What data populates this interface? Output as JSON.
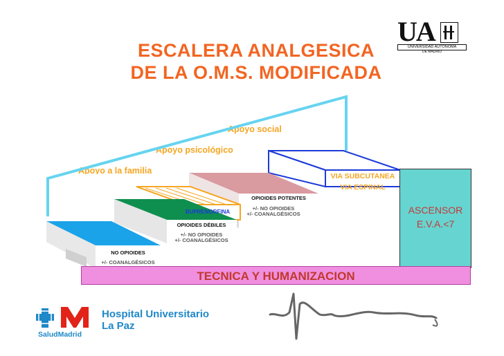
{
  "title_line1": "ESCALERA ANALGESICA",
  "title_line2": "DE LA O.M.S. MODIFICADA",
  "support": {
    "social": "Apoyo social",
    "psicologico": "Apoyo psicológico",
    "familia": "Apoyo a la familia"
  },
  "steps": {
    "step1_line1": "NO OPIOIDES",
    "step1_line2": "+/- COANALGÉSICOS",
    "step2_box": "BUPRENORFINA",
    "step2_line1": "OPIOIDES DÉBILES",
    "step2_line2": "+/- NO OPIOIDES",
    "step2_line3": "+/- COANALGÉSICOS",
    "step3_line1": "OPIOIDES POTENTES",
    "step3_line2": "+/- NO OPIOIDES",
    "step3_line3": "+/- COANALGÉSICOS",
    "step4_line1": "VIA SUBCUTANEA",
    "step4_line2": "VIA ESPINAL"
  },
  "ascensor_line1": "ASCENSOR",
  "ascensor_line2": "E.V.A.<7",
  "bottom_bar": "TECNICA Y HUMANIZACION",
  "logo_uam": {
    "letters": "UA",
    "line1": "UNIVERSIDAD AUTONOMA",
    "line2": "DE MADRID"
  },
  "hospital_line1": "Hospital Universitario",
  "hospital_line2": "La Paz",
  "salud_madrid": "SaludMadrid",
  "colors": {
    "title": "#f26522",
    "support": "#f5a623",
    "step1": "#1aa3e8",
    "step2": "#0f8f4f",
    "step3": "#d99aa0",
    "ascensor": "#66d4d0",
    "bottom_bar": "#f08fe0",
    "hospital": "#1e88c8"
  }
}
